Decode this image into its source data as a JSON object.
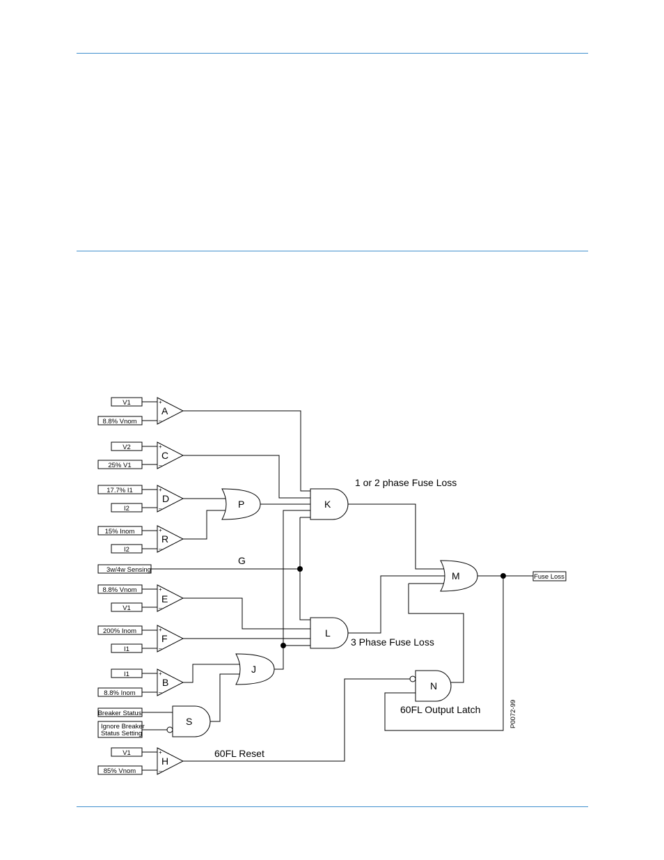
{
  "diagram": {
    "inputs": {
      "a_plus": "V1",
      "a_minus": "8.8% Vnom",
      "c_plus": "V2",
      "c_minus": "25% V1",
      "d_plus": "17.7% I1",
      "d_minus": "I2",
      "r_plus": "15% Inom",
      "r_minus": "I2",
      "sensing": "3w/4w Sensing",
      "e_plus": "8.8% Vnom",
      "e_minus": "V1",
      "f_plus": "200% Inom",
      "f_minus": "I1",
      "b_plus": "I1",
      "b_minus": "8.8% Inom",
      "breaker_status": "Breaker Status",
      "ignore_breaker_line1": "Ignore Breaker",
      "ignore_breaker_line2": "Status Setting",
      "h_plus": "V1",
      "h_minus": "85% Vnom"
    },
    "gates": {
      "A": "A",
      "C": "C",
      "D": "D",
      "R": "R",
      "E": "E",
      "F": "F",
      "B": "B",
      "H": "H",
      "P": "P",
      "J": "J",
      "S": "S",
      "K": "K",
      "L": "L",
      "M": "M",
      "N": "N"
    },
    "labels": {
      "g": "G",
      "one_two_phase": "1 or 2 phase Fuse Loss",
      "three_phase": "3 Phase Fuse Loss",
      "output_latch": "60FL Output Latch",
      "reset": "60FL Reset",
      "figure_id": "P0072-99"
    },
    "output": "Fuse Loss",
    "plus_sign": "+",
    "minus_sign": "–"
  }
}
